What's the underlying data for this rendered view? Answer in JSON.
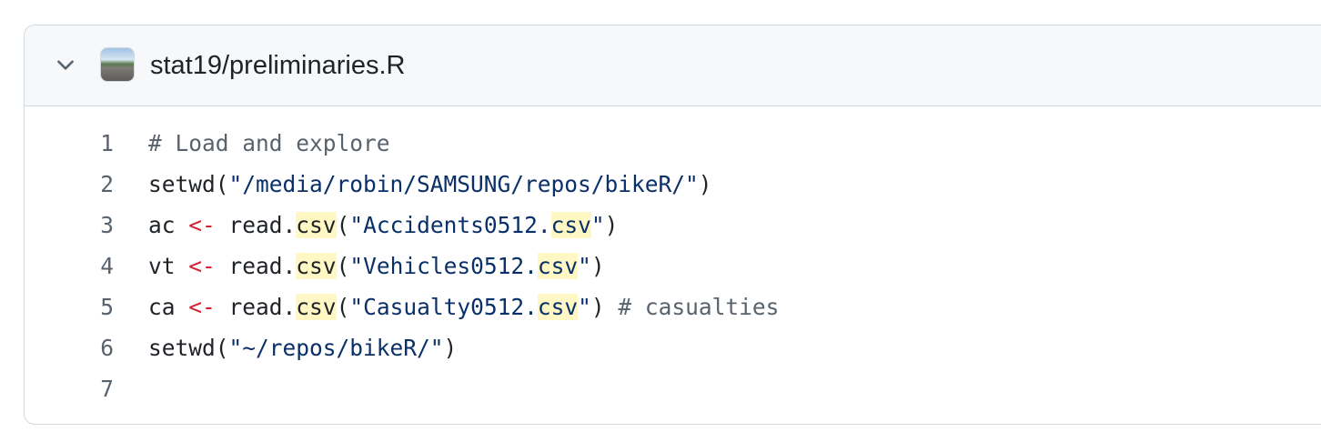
{
  "file": {
    "path": "stat19/preliminaries.R",
    "avatar_icon": "user-avatar",
    "collapse_icon": "chevron-down-icon"
  },
  "code": {
    "lines": [
      {
        "number": "1",
        "tokens": [
          {
            "text": "# Load and explore",
            "type": "comment"
          }
        ]
      },
      {
        "number": "2",
        "tokens": [
          {
            "text": "setwd(",
            "type": "plain"
          },
          {
            "text": "\"/media/robin/SAMSUNG/repos/bikeR/\"",
            "type": "string"
          },
          {
            "text": ")",
            "type": "plain"
          }
        ]
      },
      {
        "number": "3",
        "tokens": [
          {
            "text": "ac ",
            "type": "plain"
          },
          {
            "text": "<-",
            "type": "op"
          },
          {
            "text": " read.",
            "type": "plain"
          },
          {
            "text": "csv",
            "type": "hl"
          },
          {
            "text": "(",
            "type": "plain"
          },
          {
            "text": "\"Accidents0512.",
            "type": "string"
          },
          {
            "text": "csv",
            "type": "string hl"
          },
          {
            "text": "\"",
            "type": "string"
          },
          {
            "text": ")",
            "type": "plain"
          }
        ]
      },
      {
        "number": "4",
        "tokens": [
          {
            "text": "vt ",
            "type": "plain"
          },
          {
            "text": "<-",
            "type": "op"
          },
          {
            "text": " read.",
            "type": "plain"
          },
          {
            "text": "csv",
            "type": "hl"
          },
          {
            "text": "(",
            "type": "plain"
          },
          {
            "text": "\"Vehicles0512.",
            "type": "string"
          },
          {
            "text": "csv",
            "type": "string hl"
          },
          {
            "text": "\"",
            "type": "string"
          },
          {
            "text": ")",
            "type": "plain"
          }
        ]
      },
      {
        "number": "5",
        "tokens": [
          {
            "text": "ca ",
            "type": "plain"
          },
          {
            "text": "<-",
            "type": "op"
          },
          {
            "text": " read.",
            "type": "plain"
          },
          {
            "text": "csv",
            "type": "hl"
          },
          {
            "text": "(",
            "type": "plain"
          },
          {
            "text": "\"Casualty0512.",
            "type": "string"
          },
          {
            "text": "csv",
            "type": "string hl"
          },
          {
            "text": "\"",
            "type": "string"
          },
          {
            "text": ") ",
            "type": "plain"
          },
          {
            "text": "# casualties",
            "type": "comment"
          }
        ]
      },
      {
        "number": "6",
        "tokens": [
          {
            "text": "setwd(",
            "type": "plain"
          },
          {
            "text": "\"~/repos/bikeR/\"",
            "type": "string"
          },
          {
            "text": ")",
            "type": "plain"
          }
        ]
      },
      {
        "number": "7",
        "tokens": []
      }
    ]
  },
  "colors": {
    "comment": "#59636e",
    "string": "#0a3069",
    "operator": "#cf222e",
    "highlight": "#fff8c5"
  }
}
